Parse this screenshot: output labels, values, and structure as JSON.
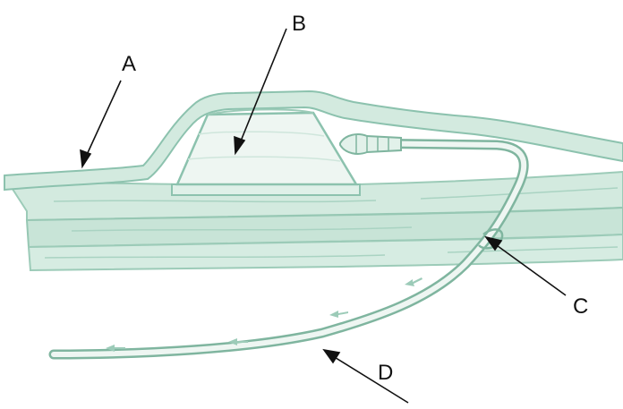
{
  "labels": {
    "a": "A",
    "b": "B",
    "c": "C",
    "d": "D"
  },
  "colors": {
    "tissue_fill": "#cfe8dd",
    "tissue_line": "#8cc2ae",
    "skin_fill": "#d8ede4",
    "port_fill": "#eef6f2",
    "catheter_line": "#7fb59f",
    "arrow": "#111111",
    "background": "#ffffff"
  },
  "icons": {
    "flow_arrows": "arrow-left-icon"
  }
}
